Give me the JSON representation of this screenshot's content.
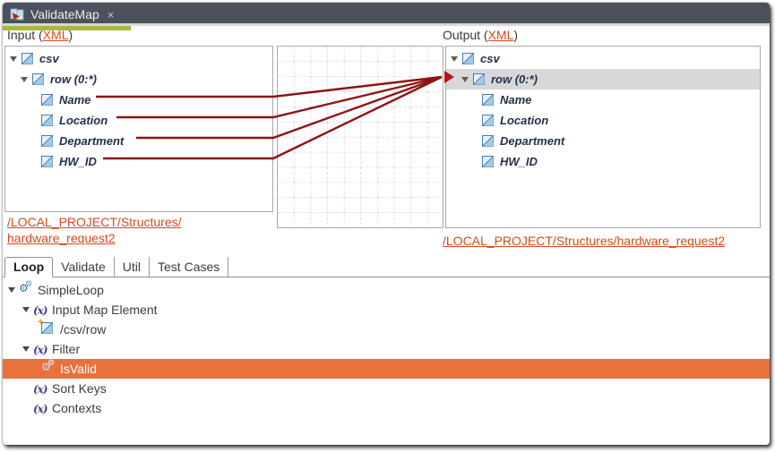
{
  "editor_tab": {
    "title": "ValidateMap",
    "close_icon": "×"
  },
  "mapper": {
    "input_header": {
      "prefix": "Input (",
      "link": "XML",
      "suffix": ")"
    },
    "output_header": {
      "prefix": "Output (",
      "link": "XML",
      "suffix": ")"
    },
    "input_tree": {
      "rows": [
        {
          "label": "csv"
        },
        {
          "label": "row (0:*)"
        },
        {
          "label": "Name"
        },
        {
          "label": "Location"
        },
        {
          "label": "Department"
        },
        {
          "label": "HW_ID"
        }
      ]
    },
    "output_tree": {
      "rows": [
        {
          "label": "csv"
        },
        {
          "label": "row (0:*)"
        },
        {
          "label": "Name"
        },
        {
          "label": "Location"
        },
        {
          "label": "Department"
        },
        {
          "label": "HW_ID"
        }
      ]
    },
    "input_source": {
      "line1": "/LOCAL_PROJECT/Structures/",
      "line2": "hardware_request2"
    },
    "output_source": {
      "text": "/LOCAL_PROJECT/Structures/hardware_request2"
    },
    "mappings": [
      {
        "from": "Name",
        "to": "row (0:*)"
      },
      {
        "from": "Location",
        "to": "row (0:*)"
      },
      {
        "from": "Department",
        "to": "row (0:*)"
      },
      {
        "from": "HW_ID",
        "to": "row (0:*)"
      }
    ]
  },
  "bottom_tabs": {
    "tabs": [
      {
        "label": "Loop",
        "active": true
      },
      {
        "label": "Validate",
        "active": false
      },
      {
        "label": "Util",
        "active": false
      },
      {
        "label": "Test Cases",
        "active": false
      }
    ]
  },
  "loop_tree": {
    "rows": [
      {
        "label": "SimpleLoop",
        "icon": "gears-icon"
      },
      {
        "label": "Input Map Element",
        "icon": "fx-icon"
      },
      {
        "label": "/csv/row",
        "icon": "element-new-icon"
      },
      {
        "label": "Filter",
        "icon": "fx-icon"
      },
      {
        "label": "IsValid",
        "icon": "gears-icon",
        "selected": true
      },
      {
        "label": "Sort Keys",
        "icon": "fx-icon"
      },
      {
        "label": "Contexts",
        "icon": "fx-icon"
      }
    ]
  },
  "icon_glyphs": {
    "fx": "(x)",
    "gear": "⚙",
    "plus": "+"
  },
  "colors": {
    "tabbar_bg": "#4C525B",
    "accent_green": "#A6B93E",
    "link_orange": "#D8491D",
    "map_line_red": "#8E1414",
    "selection_orange": "#E8713C",
    "selected_row_gray": "#D8D8D8"
  }
}
